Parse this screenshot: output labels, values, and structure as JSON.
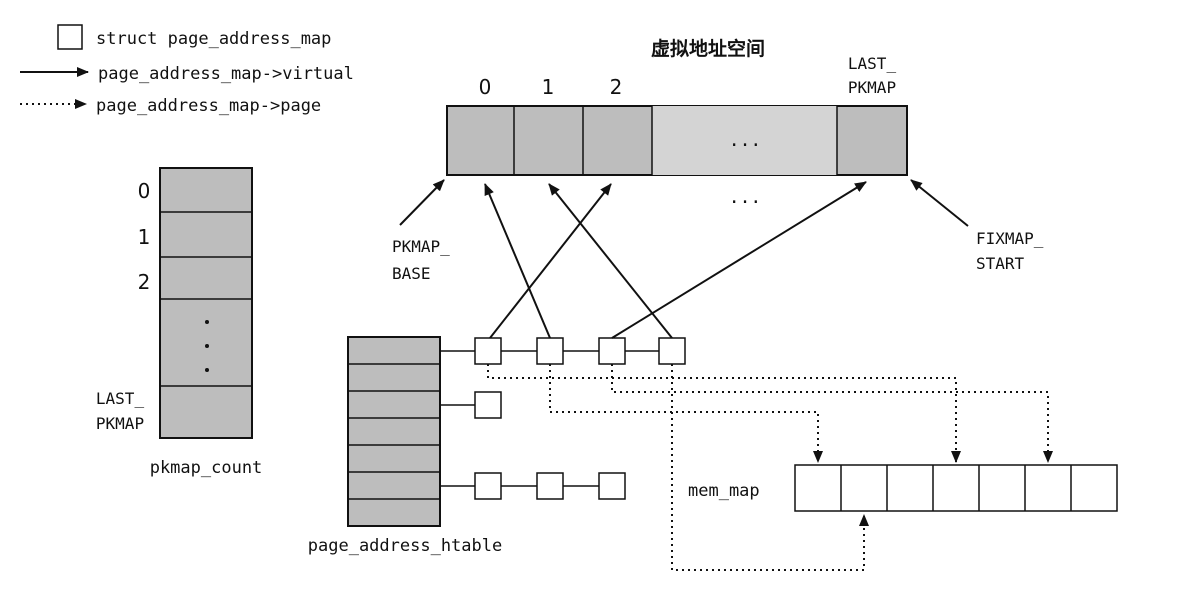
{
  "legend": {
    "struct_label": "struct page_address_map",
    "virtual_label": "page_address_map->virtual",
    "page_label": "page_address_map->page"
  },
  "virtual_space": {
    "title": "虚拟地址空间",
    "slot_labels": [
      "0",
      "1",
      "2"
    ],
    "last_slot_label": [
      "LAST_",
      "PKMAP"
    ],
    "ellipsis": "...",
    "base_label": [
      "PKMAP_",
      "BASE"
    ],
    "fixmap_label": [
      "FIXMAP_",
      "START"
    ]
  },
  "pkmap_count": {
    "name": "pkmap_count",
    "row_labels": [
      "0",
      "1",
      "2"
    ],
    "last_label": [
      "LAST_",
      "PKMAP"
    ]
  },
  "htable": {
    "name": "page_address_htable"
  },
  "mem_map": {
    "name": "mem_map"
  },
  "colors": {
    "cell_fill": "#bdbdbd",
    "stroke": "#111111",
    "background": "#ffffff"
  }
}
